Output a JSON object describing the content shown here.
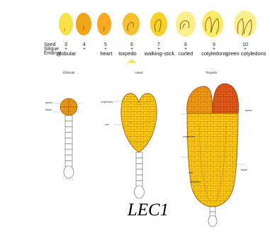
{
  "rows": {
    "seed": "Seed",
    "silique": "Silique",
    "embryo": "Embryo"
  },
  "stages": [
    {
      "seed": "3",
      "silique": "+",
      "embryo": "globular"
    },
    {
      "seed": "4",
      "silique": "+",
      "embryo": ""
    },
    {
      "seed": "5",
      "silique": "+",
      "embryo": "heart"
    },
    {
      "seed": "6",
      "silique": "+",
      "embryo": "torpedo"
    },
    {
      "seed": "7",
      "silique": "+",
      "embryo": "walking-stick"
    },
    {
      "seed": "8",
      "silique": "+",
      "embryo": "curled"
    },
    {
      "seed": "9",
      "silique": "+",
      "embryo": "cotyledons"
    },
    {
      "seed": "10",
      "silique": "+",
      "embryo": "green cotyledons"
    }
  ],
  "panels": {
    "globular": {
      "title": "Globular",
      "labels": [
        "apical",
        "basal"
      ]
    },
    "heart": {
      "title": "Heart",
      "labels": [
        "cotyledons",
        "root"
      ]
    },
    "torpedo": {
      "title": "Torpedo",
      "labels": [
        "cotyledons",
        "apical",
        "root",
        "basal",
        "meristem"
      ]
    }
  },
  "gene": "LEC1",
  "colors": {
    "high": "#e0581a",
    "mid": "#ee9a12",
    "low": "#f7c814",
    "pale": "#fbef8c"
  }
}
